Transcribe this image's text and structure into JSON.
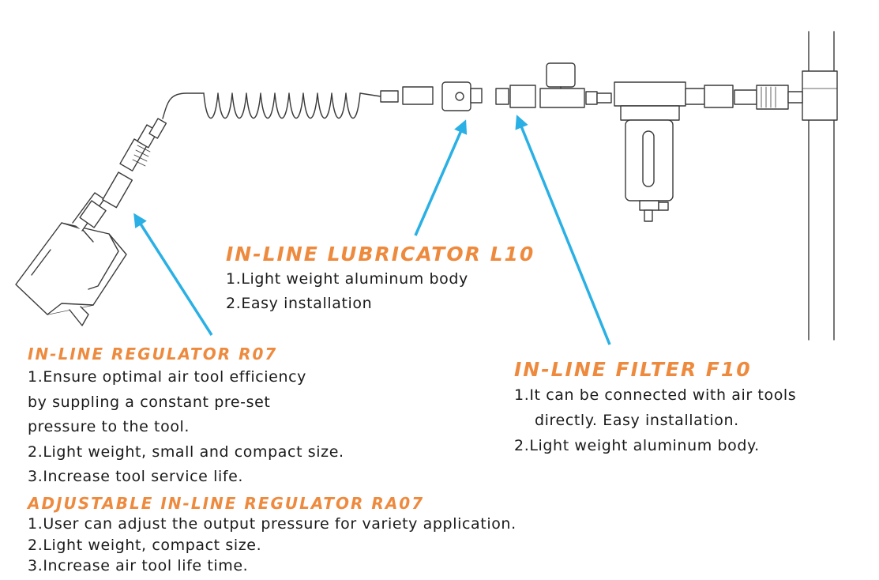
{
  "colors": {
    "accent": "#ee8a3e",
    "arrow": "#2ab0e4",
    "line_art": "#3a3a3a",
    "text": "#1a1a1a"
  },
  "icons": [
    "air-tool-icon",
    "coiled-hose-icon",
    "quick-coupler-icon",
    "lubricator-icon",
    "regulator-gauge-icon",
    "filter-bowl-icon",
    "wall-pipe-icon",
    "arrow-icon"
  ],
  "lubricator": {
    "title": "IN-LINE LUBRICATOR L10",
    "lines": [
      "1.Light weight aluminum body",
      "2.Easy installation"
    ]
  },
  "regulator": {
    "title": "IN-LINE REGULATOR R07",
    "lines": [
      "1.Ensure optimal air tool efficiency",
      "by suppling a constant pre-set",
      "pressure to the tool.",
      "2.Light weight, small and compact size.",
      "3.Increase tool service life."
    ]
  },
  "adjustable_regulator": {
    "title": "ADJUSTABLE IN-LINE REGULATOR RA07",
    "lines": [
      "1.User can adjust the output pressure for variety application.",
      "2.Light weight, compact size.",
      "3.Increase air tool life time."
    ]
  },
  "filter": {
    "title": "IN-LINE FILTER F10",
    "lines": [
      "1.It can be connected with air tools",
      "directly. Easy installation.",
      "2.Light weight aluminum body."
    ]
  }
}
